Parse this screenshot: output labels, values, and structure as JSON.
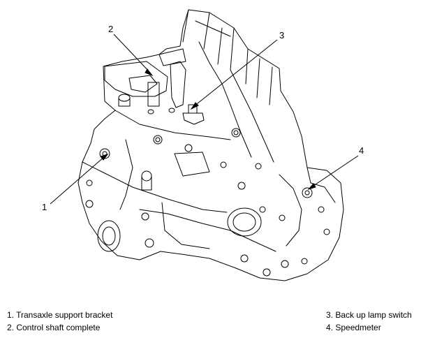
{
  "callouts": [
    {
      "number": "1",
      "label": "Transaxle support bracket"
    },
    {
      "number": "2",
      "label": "Control shaft complete"
    },
    {
      "number": "3",
      "label": "Back up lamp switch"
    },
    {
      "number": "4",
      "label": "Speedmeter"
    }
  ],
  "legend": [
    "1. Transaxle support bracket",
    "2. Control shaft complete",
    "3. Back up lamp switch",
    "4. Speedmeter"
  ]
}
